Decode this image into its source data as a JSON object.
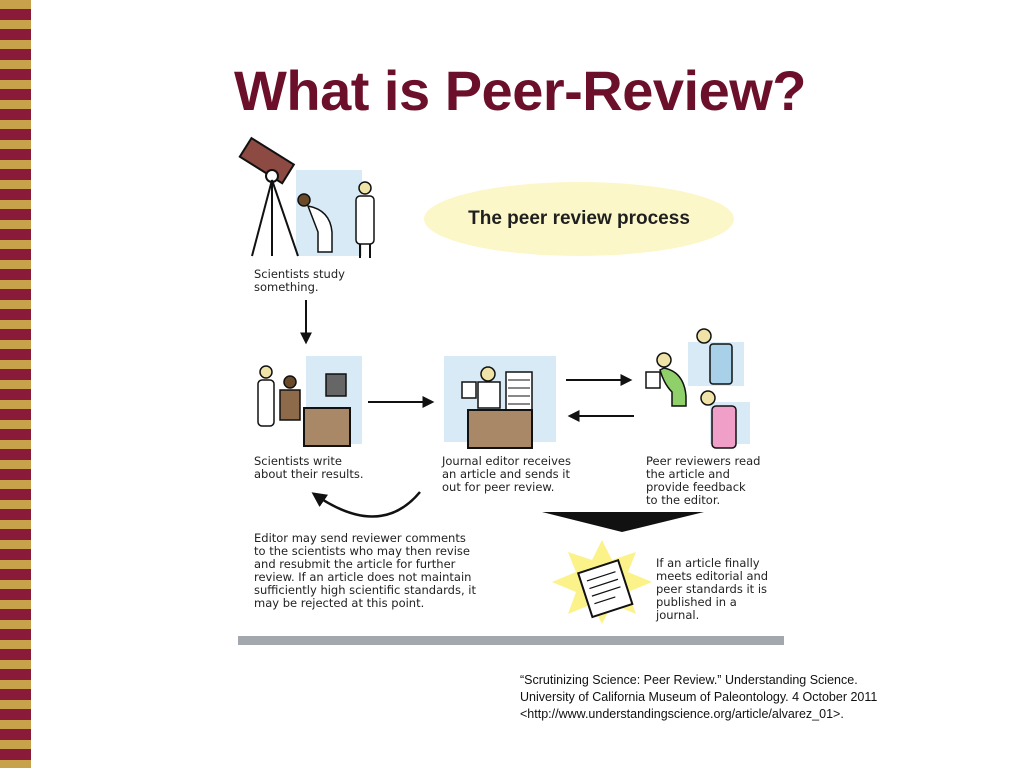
{
  "slide": {
    "title": "What is Peer-Review?"
  },
  "diagram": {
    "heading": "The peer review process",
    "steps": {
      "study": "Scientists study\nsomething.",
      "write": "Scientists write\nabout their results.",
      "editor": "Journal editor receives\nan article and sends it\nout for peer review.",
      "reviewers": "Peer reviewers read\nthe article and\nprovide feedback\nto the editor.",
      "revise": "Editor may send reviewer comments\nto the scientists who may then revise\nand resubmit the article for further\nreview.  If an article does not maintain\nsufficiently high scientific standards, it\nmay be rejected at this point.",
      "publish": "If an article finally\nmeets editorial and\npeer standards it is\npublished in a\njournal."
    }
  },
  "citation": {
    "line1": "“Scrutinizing Science: Peer Review.” Understanding Science.",
    "line2": "University of California Museum of Paleontology. 4 October 2011",
    "line3": "<http://www.understandingscience.org/article/alvarez_01>."
  },
  "colors": {
    "title": "#6b0f2a",
    "stripe_gold": "#c8a24a",
    "stripe_maroon": "#8a1a3a",
    "panel_blue": "#d8eaf5",
    "pill_yellow": "#fcf7c8"
  }
}
